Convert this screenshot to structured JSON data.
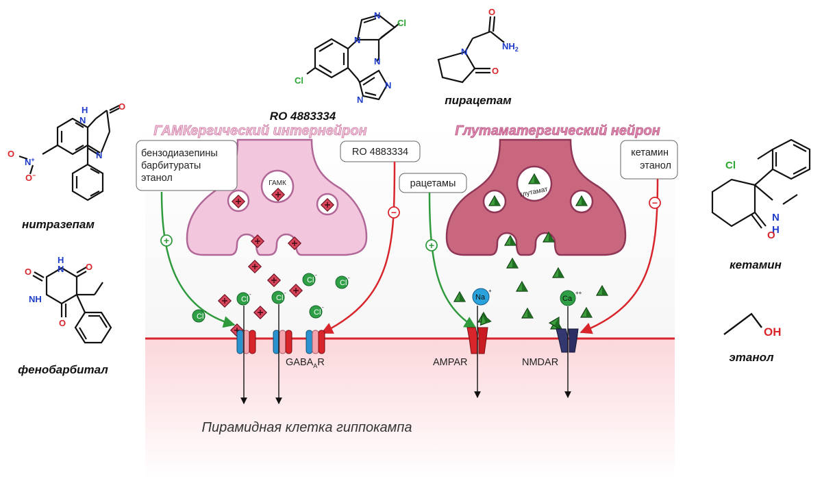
{
  "drugs": {
    "ro": "RO 4883334",
    "piracetam": "пирацетам",
    "nitrazepam": "нитразепам",
    "phenobarbital": "фенобарбитал",
    "ketamine": "кетамин",
    "ethanol": "этанол"
  },
  "atoms": {
    "N": "N",
    "NH": "NH",
    "H": "H",
    "O": "O",
    "Cl": "Cl",
    "OH": "OH",
    "NH2": "NH",
    "NH2_sub": "2",
    "nitro_N": "N",
    "nitro_plus": "+",
    "nitro_O": "O",
    "nitro_minus": "−"
  },
  "neurons": {
    "gaba_title": "ГАМКергический интернейрон",
    "glu_title": "Глутаматергический нейрон",
    "gaba_transmitter": "ГАМК",
    "glu_transmitter": "глутамат"
  },
  "modulators": {
    "gaba_pos_line1": "бензодиазепины",
    "gaba_pos_line2": "барбитураты",
    "gaba_pos_line3": "этанол",
    "gaba_neg": "RO 4883334",
    "glu_pos": "рацетамы",
    "glu_neg_line1": "кетамин",
    "glu_neg_line2": "этанол",
    "plus_sign": "+",
    "minus_sign": "−"
  },
  "ions": {
    "cl": "Cl",
    "cl_charge": "-",
    "na": "Na",
    "na_charge": "+",
    "ca": "Ca",
    "ca_charge": "++"
  },
  "receptors": {
    "gaba_main": "GABA",
    "gaba_sub": "A",
    "gaba_tail": "R",
    "ampa": "AMPAR",
    "nmda": "NMDAR"
  },
  "cell_label": "Пирамидная клетка гиппокампа",
  "colors": {
    "gaba_soma": "#f2c6dc",
    "gaba_stroke": "#b06696",
    "glu_soma": "#c8677e",
    "glu_stroke": "#8f3657",
    "title_pink": "#d77ba8",
    "membrane": "#d8252b",
    "postsyn_fill": "#fde4e6",
    "activate_green": "#2e9a3c",
    "inhibit_red": "#d8252b",
    "cl_ion": "#2f9f45",
    "na_ion": "#2aa3dc",
    "gaba_particle": "#d8455a",
    "glu_particle": "#3c9b3a",
    "ampar": "#d8252b",
    "nmdar": "#333870",
    "gabar_blue": "#2a93cf",
    "gabar_red": "#d8252b",
    "gabar_pink": "#f4a3ad"
  }
}
